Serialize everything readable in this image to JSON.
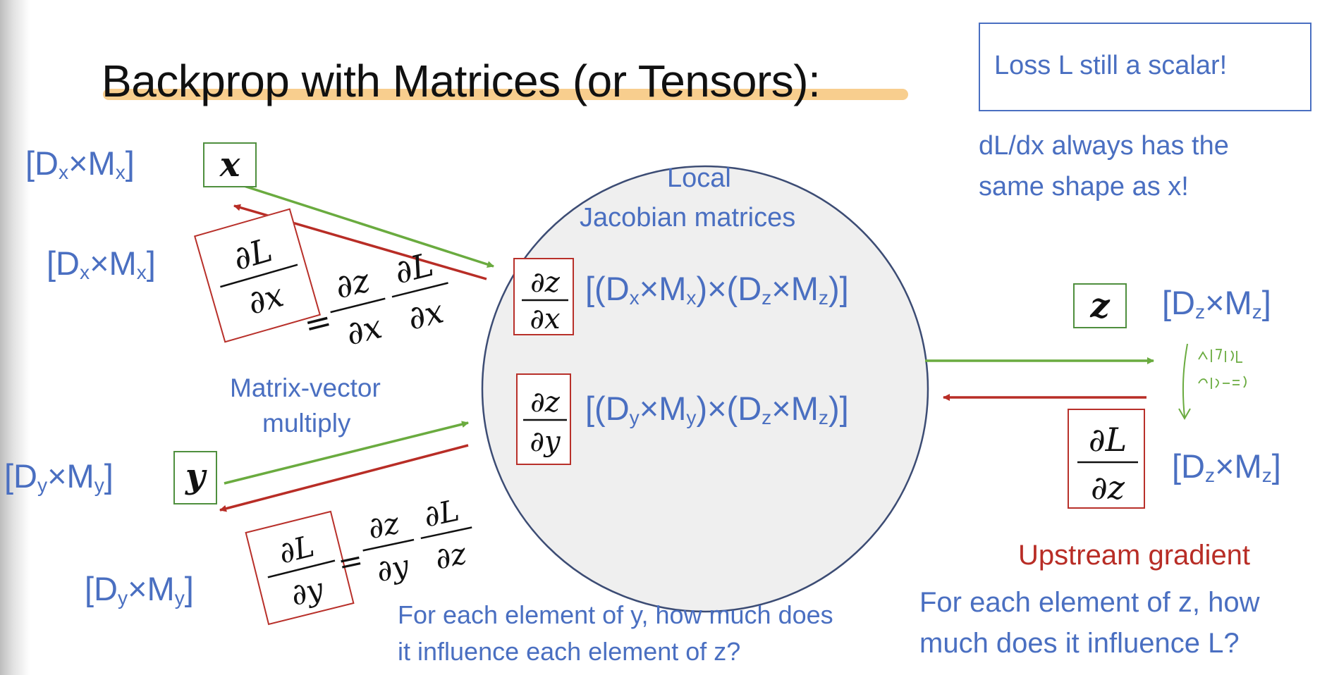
{
  "title": "Backprop with Matrices (or Tensors):",
  "callout": {
    "scalar_note": "Loss L still a scalar!",
    "shape_note_line1": "dL/dx always has the",
    "shape_note_line2": "same shape as x!"
  },
  "node": {
    "label_line1": "Local",
    "label_line2": "Jacobian matrices",
    "jacobian_x_shape": "[(Dx×Mx)×(Dz×Mz)]",
    "jacobian_y_shape": "[(Dy×My)×(Dz×Mz)]",
    "jacobian_x_expr": "∂z/∂x",
    "jacobian_y_expr": "∂z/∂y"
  },
  "inputs": {
    "x_var": "x",
    "y_var": "y",
    "x_shape": "[Dx×Mx]",
    "x_grad_shape": "[Dx×Mx]",
    "y_shape": "[Dy×My]",
    "y_grad_shape": "[Dy×My]",
    "x_grad_eq": "∂L/∂x = ∂z/∂x ∂L/∂x",
    "y_grad_eq": "∂L/∂y = ∂z/∂y ∂L/∂z",
    "multiply_line1": "Matrix-vector",
    "multiply_line2": "multiply"
  },
  "output": {
    "z_var": "z",
    "z_shape": "[Dz×Mz]",
    "z_grad_shape": "[Dz×Mz]",
    "z_grad_expr": "∂L/∂z",
    "upstream_label": "Upstream gradient",
    "handwritten_note": "메트릭스 (출력=)"
  },
  "questions": {
    "y_line1": "For each element of y, how much does",
    "y_line2": "it influence each element of z?",
    "z_line1": "For each element of z, how",
    "z_line2": "much does it influence L?"
  },
  "colors": {
    "forward_arrow": "#6aab3f",
    "backward_arrow": "#b82d26",
    "text_blue": "#4a6fc1",
    "highlight": "#f7c982",
    "node_fill": "#efefef"
  }
}
